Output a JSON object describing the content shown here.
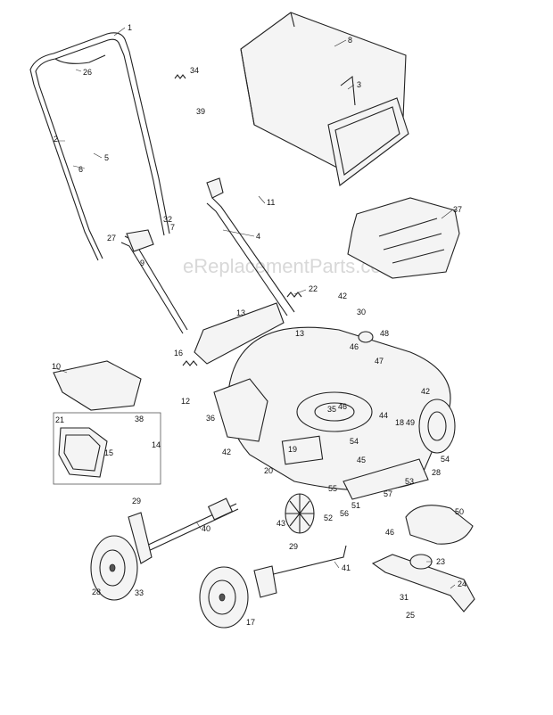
{
  "watermark": "eReplacementParts.com",
  "callouts": [
    {
      "n": "1"
    },
    {
      "n": "2"
    },
    {
      "n": "3"
    },
    {
      "n": "4"
    },
    {
      "n": "5"
    },
    {
      "n": "6"
    },
    {
      "n": "7"
    },
    {
      "n": "8"
    },
    {
      "n": "9"
    },
    {
      "n": "10"
    },
    {
      "n": "11"
    },
    {
      "n": "12"
    },
    {
      "n": "13"
    },
    {
      "n": "13"
    },
    {
      "n": "14"
    },
    {
      "n": "15"
    },
    {
      "n": "16"
    },
    {
      "n": "17"
    },
    {
      "n": "18"
    },
    {
      "n": "19"
    },
    {
      "n": "20"
    },
    {
      "n": "21"
    },
    {
      "n": "22"
    },
    {
      "n": "23"
    },
    {
      "n": "24"
    },
    {
      "n": "25"
    },
    {
      "n": "26"
    },
    {
      "n": "27"
    },
    {
      "n": "28"
    },
    {
      "n": "28"
    },
    {
      "n": "29"
    },
    {
      "n": "29"
    },
    {
      "n": "30"
    },
    {
      "n": "31"
    },
    {
      "n": "32"
    },
    {
      "n": "33"
    },
    {
      "n": "34"
    },
    {
      "n": "35"
    },
    {
      "n": "36"
    },
    {
      "n": "37"
    },
    {
      "n": "38"
    },
    {
      "n": "39"
    },
    {
      "n": "40"
    },
    {
      "n": "41"
    },
    {
      "n": "42"
    },
    {
      "n": "42"
    },
    {
      "n": "42"
    },
    {
      "n": "43"
    },
    {
      "n": "44"
    },
    {
      "n": "45"
    },
    {
      "n": "46"
    },
    {
      "n": "46"
    },
    {
      "n": "46"
    },
    {
      "n": "47"
    },
    {
      "n": "48"
    },
    {
      "n": "49"
    },
    {
      "n": "50"
    },
    {
      "n": "51"
    },
    {
      "n": "52"
    },
    {
      "n": "53"
    },
    {
      "n": "54"
    },
    {
      "n": "54"
    },
    {
      "n": "55"
    },
    {
      "n": "56"
    },
    {
      "n": "57"
    }
  ]
}
